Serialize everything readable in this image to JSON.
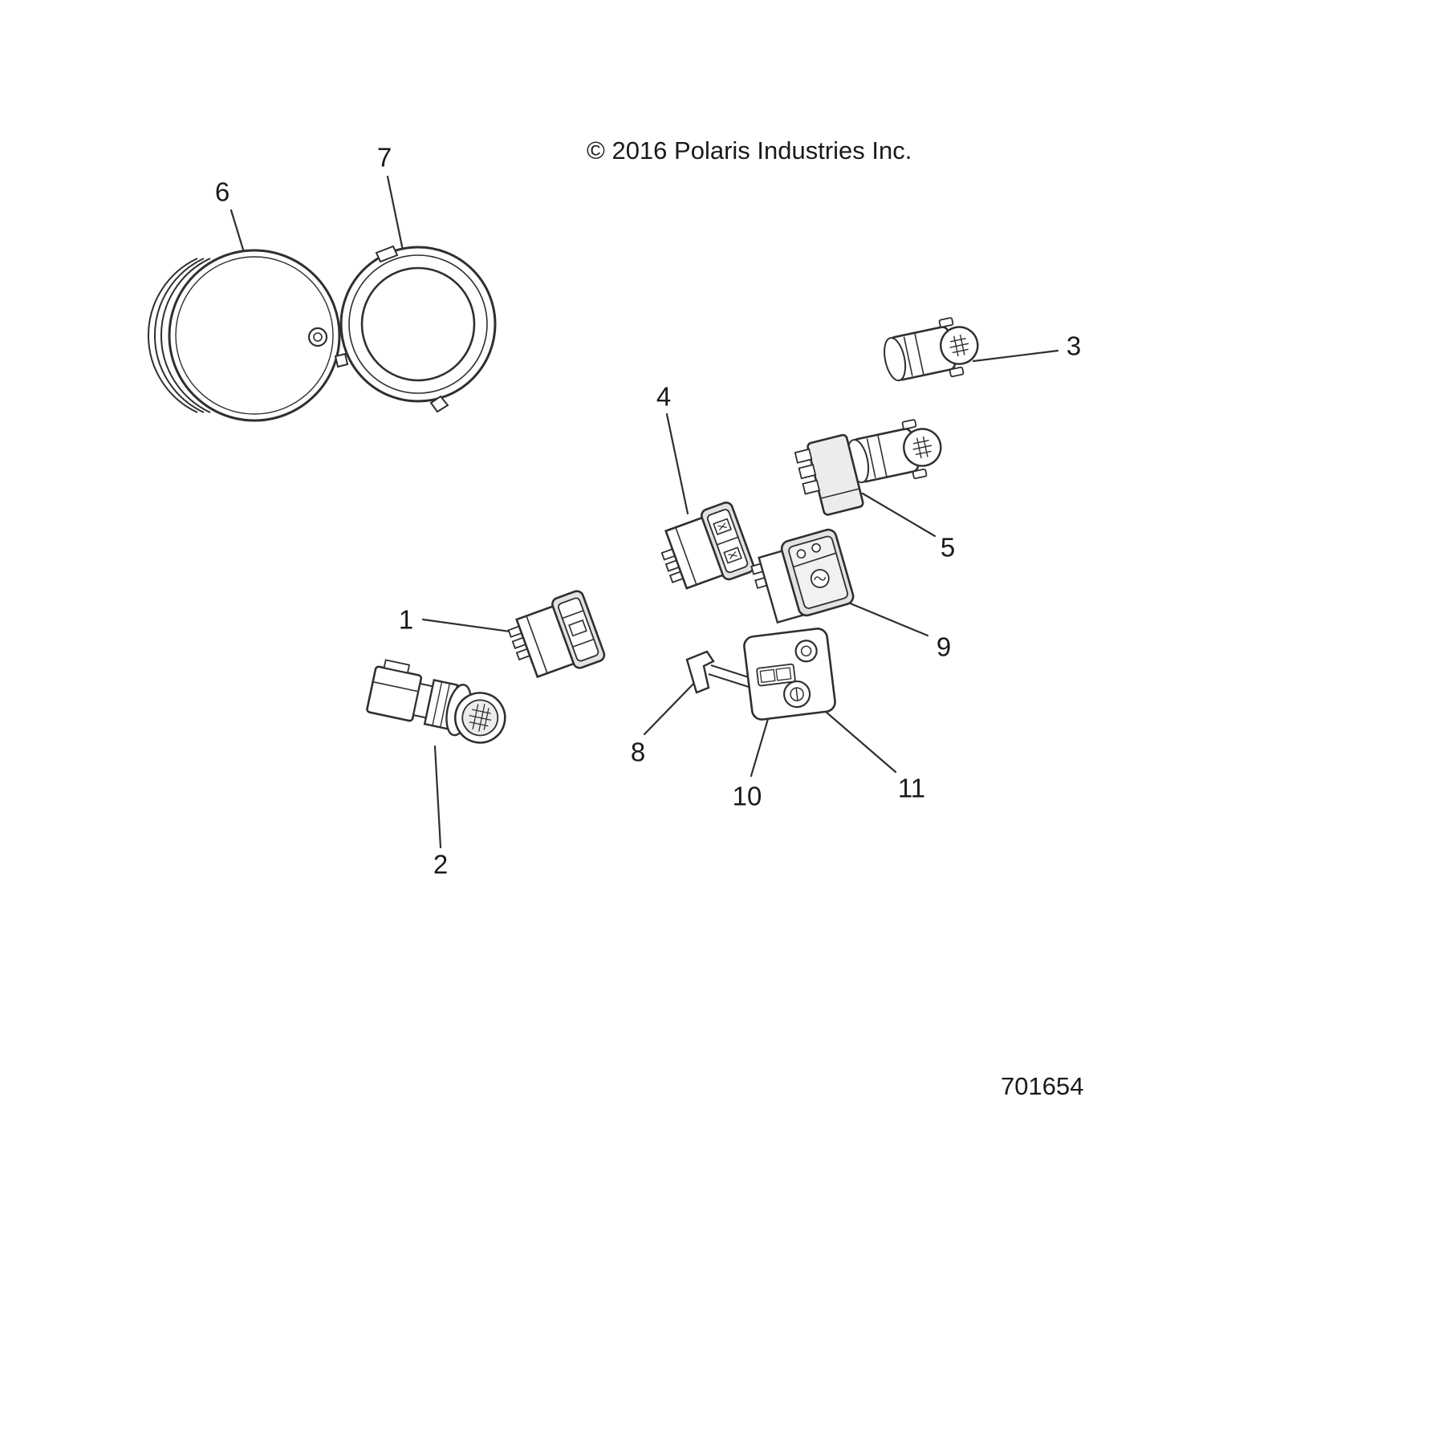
{
  "diagram": {
    "copyright": "© 2016 Polaris Industries Inc.",
    "figure_number": "701654",
    "callouts": [
      {
        "label": "1"
      },
      {
        "label": "2"
      },
      {
        "label": "3"
      },
      {
        "label": "4"
      },
      {
        "label": "5"
      },
      {
        "label": "6"
      },
      {
        "label": "7"
      },
      {
        "label": "8"
      },
      {
        "label": "9"
      },
      {
        "label": "10"
      },
      {
        "label": "11"
      }
    ]
  }
}
